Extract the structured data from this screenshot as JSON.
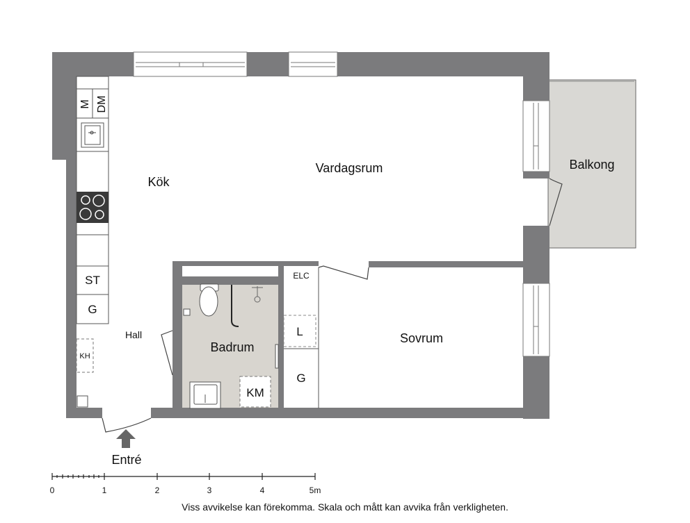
{
  "colors": {
    "wall": "#7b7b7d",
    "bathroom_floor": "#d8d5cf",
    "balcony": "#d9d8d4",
    "line": "#444444"
  },
  "rooms": {
    "kitchen": "Kök",
    "living": "Vardagsrum",
    "balcony": "Balkong",
    "hall": "Hall",
    "bathroom": "Badrum",
    "bedroom": "Sovrum",
    "entrance": "Entré"
  },
  "fixtures": {
    "microwave": "M",
    "dishwasher": "DM",
    "storage": "ST",
    "wardrobe_hall": "G",
    "coat_hanger": "KH",
    "electric_cabinet": "ELC",
    "linen": "L",
    "wardrobe_bedroom": "G",
    "washing_machine": "KM"
  },
  "scale": {
    "ticks": [
      "0",
      "1",
      "2",
      "3",
      "4",
      "5m"
    ]
  },
  "disclaimer": "Viss avvikelse kan förekomma. Skala och mått kan avvika från verkligheten."
}
